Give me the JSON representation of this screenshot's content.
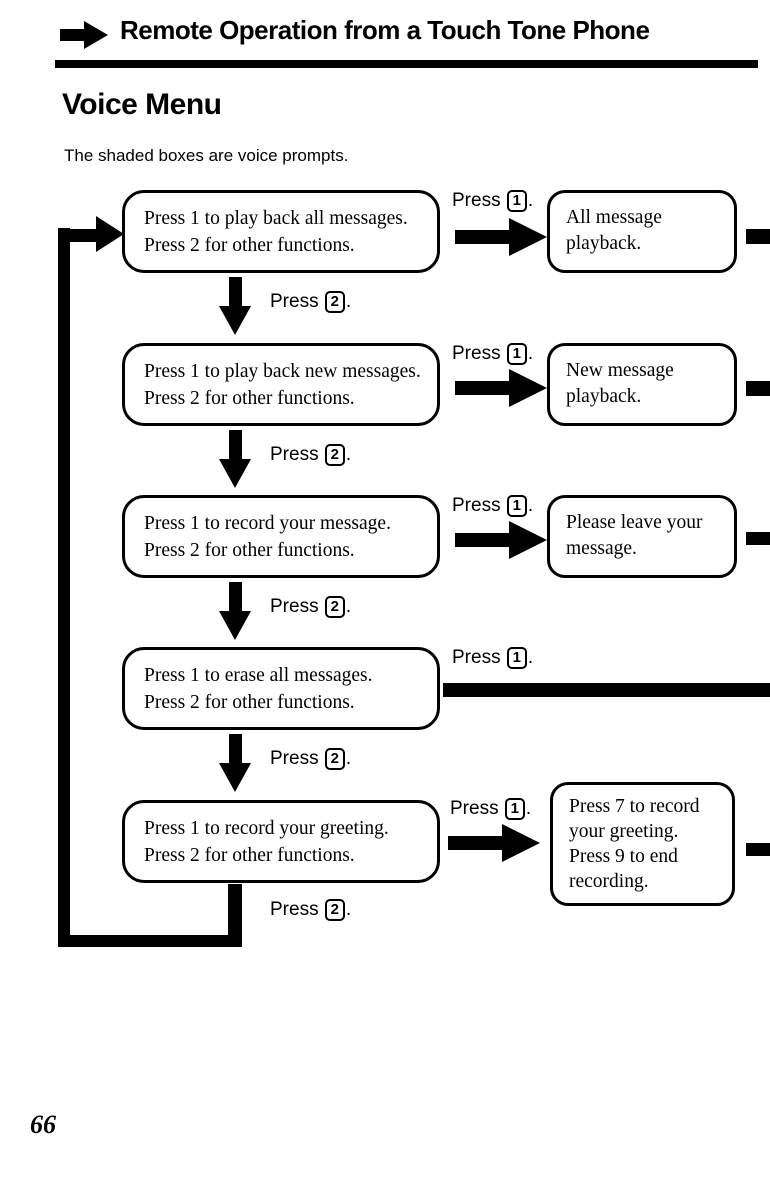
{
  "header": {
    "title": "Remote Operation from a Touch Tone Phone",
    "bullet_icon": "arrow-right-icon"
  },
  "section": {
    "title": "Voice Menu",
    "note": "The shaded boxes are voice prompts."
  },
  "labels": {
    "press": "Press",
    "period": "."
  },
  "flow": {
    "rows": [
      {
        "prompt": {
          "line1": "Press 1 to play back all messages.",
          "line2": "Press 2 for other functions."
        },
        "side_key": "1",
        "result": {
          "line1": "All message",
          "line2": "playback."
        },
        "down_key": "2"
      },
      {
        "prompt": {
          "line1": "Press 1 to play back new messages.",
          "line2": "Press 2 for other functions."
        },
        "side_key": "1",
        "result": {
          "line1": "New message",
          "line2": "playback."
        },
        "down_key": "2"
      },
      {
        "prompt": {
          "line1": "Press 1 to record your message.",
          "line2": "Press 2 for other functions."
        },
        "side_key": "1",
        "result": {
          "line1": "Please leave your",
          "line2": "message."
        },
        "down_key": "2"
      },
      {
        "prompt": {
          "line1": "Press 1 to erase all messages.",
          "line2": "Press 2 for other functions."
        },
        "side_key": "1",
        "result": null,
        "down_key": "2"
      },
      {
        "prompt": {
          "line1": "Press 1 to record your greeting.",
          "line2": "Press 2 for other functions."
        },
        "side_key": "1",
        "result": {
          "line1": "Press 7 to record",
          "line2": "your greeting.",
          "line3": "Press 9 to end",
          "line4": "recording."
        },
        "down_key": "2"
      }
    ]
  },
  "page_number": "66",
  "colors": {
    "ink": "#000000",
    "paper": "#ffffff"
  }
}
